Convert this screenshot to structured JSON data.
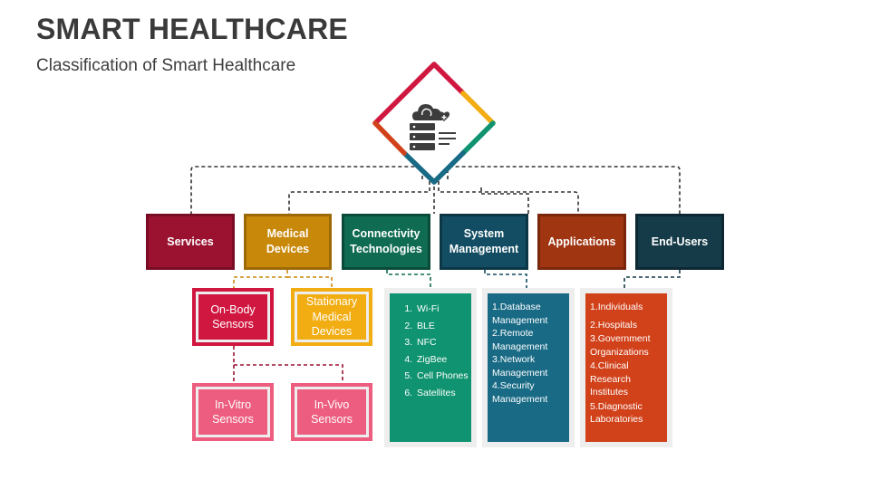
{
  "header": {
    "title": "SMART HEALTHCARE",
    "subtitle": "Classification of Smart Healthcare"
  },
  "hub": {
    "icon": "cloud-server-health-icon"
  },
  "categories": [
    {
      "label": "Services",
      "color": "#9b1231"
    },
    {
      "label": "Medical Devices",
      "color": "#c8880a"
    },
    {
      "label": "Connectivity Technologies",
      "color": "#0f6b52"
    },
    {
      "label": "System Management",
      "color": "#124d63"
    },
    {
      "label": "Applications",
      "color": "#a03512"
    },
    {
      "label": "End-Users",
      "color": "#153a48"
    }
  ],
  "medical_devices": {
    "on_body": "On-Body Sensors",
    "stationary": "Stationary Medical Devices",
    "in_vitro": "In-Vitro Sensors",
    "in_vivo": "In-Vivo Sensors"
  },
  "connectivity_list": [
    "Wi-Fi",
    "BLE",
    "NFC",
    "ZigBee",
    "Cell Phones",
    "Satellites"
  ],
  "system_management_list": [
    "1.Database Management",
    "2.Remote Management",
    "3.Network Management",
    "4.Security Management"
  ],
  "end_users_list": [
    "1.Individuals",
    "2.Hospitals",
    "3.Government Organizations",
    "4.Clinical Research Institutes",
    "5.Diagnostic Laboratories"
  ],
  "colors": {
    "crimson": "#d0173f",
    "amber": "#f1ad12",
    "pink": "#ec5d7f",
    "green": "#109370",
    "teal": "#186a85",
    "orange": "#d1421b",
    "panel_bg": "#eeeeee"
  }
}
